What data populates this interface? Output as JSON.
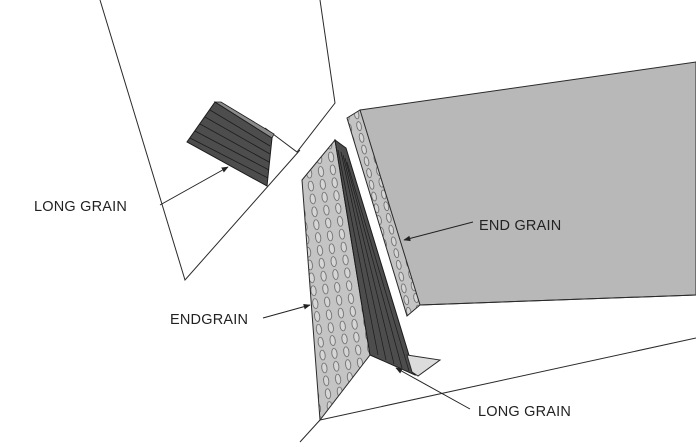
{
  "labels": {
    "long_grain_top": "LONG GRAIN",
    "end_grain_right": "END GRAIN",
    "endgrain_left": "ENDGRAIN",
    "long_grain_bottom": "LONG GRAIN"
  },
  "colors": {
    "background": "#ffffff",
    "outline": "#2a2a2a",
    "board_top_face": "#b8b8b8",
    "end_grain_face": "#c4c4c4",
    "long_grain_face": "#4d4d4d",
    "grain_lines": "#1c1c1c",
    "bevel_light": "#dcdcdc"
  }
}
